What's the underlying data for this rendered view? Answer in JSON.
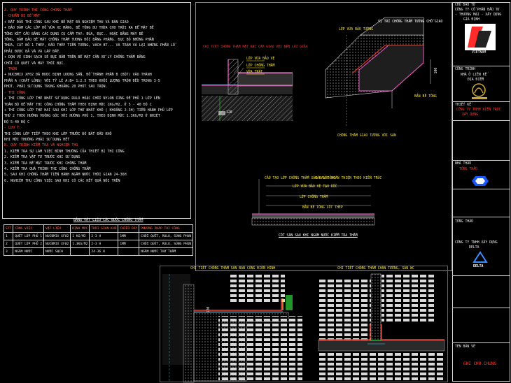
{
  "notes": {
    "lines": [
      {
        "t": "A. QUY TRÌNH THI CÔNG CHỐNG THẤM",
        "c": "hdr"
      },
      {
        "t": "- CHUẨN BỊ BỀ MẶT",
        "c": "hdr"
      },
      {
        "t": "  + BẮT ĐẦU THI CÔNG SAU KHI BỀ MẶT ĐÃ NGHIỆM THU VÀ BÀN GIAO",
        "c": ""
      },
      {
        "t": "  + BẢO ĐẢM CÁC LỚP HỒ VỮA XI MĂNG, BÊ TÔNG DƯ THỪA CHO TRỚI RA BỀ MẶT BÊ",
        "c": ""
      },
      {
        "t": "TÔNG KẾT CẦU BẰNG CÁC DỤNG CỤ CẦM TAY: BÚA, ĐỤC.. HOẶC BẰNG MÁY BÊ",
        "c": ""
      },
      {
        "t": "TÔNG, ĐẢM BẢO BỀ MẶT CHỐNG THẤM TƯƠNG ĐỐI BẰNG PHẲNG. ĐỤC BỎ NHỮNG PHẦN",
        "c": ""
      },
      {
        "t": "THỪA, CẮT BỎ 1 THÉP, ĐẦU THÉP TIẾN TƯỜNG, VÁCH BT... VÀ TRÁM VÁ LẠI NHỮNG PHẦN LỖ",
        "c": ""
      },
      {
        "t": "PHẢI ĐƯỢC BẢ VÀ VÁ LẮP ĐẦY.",
        "c": ""
      },
      {
        "t": "  + DỌN VỆ SINH SẠCH SẼ BỤI BẨN TRÊN BỀ MẶT CẦN XỬ LÝ CHỐNG THẤM BẰNG",
        "c": ""
      },
      {
        "t": "CHỔI CÓ QUÉT VÀ MÁY THỔI BỤI.",
        "c": ""
      },
      {
        "t": "- TRỘN",
        "c": "hdr"
      },
      {
        "t": "  + NUCBMIX XF02 ĐÃ ĐƯỢC ĐỊNH LƯỢNG SẴN, ĐỔ THÀNH PHẦN B (BỘT) VÀO THÀNH",
        "c": ""
      },
      {
        "t": "PHẦN A (CHẤT LỎNG) VỚI TỶ LỆ A:B= 1:2.5 THEO KHỐI LƯỢNG TRỘN ĐỀU TRONG 3-5",
        "c": ""
      },
      {
        "t": "PHÚT. PHẢI SỬ DỤNG TRONG KHOẢNG 20 PHÚT SAU TRỘN.",
        "c": ""
      },
      {
        "t": "- THI CÔNG",
        "c": "hdr"
      },
      {
        "t": "  + THI CÔNG LỚP THỨ NHẤT SỬ DỤNG RULO HOẶC CHỔI NYLON CỨNG ĐỂ PHỦ 1 LỚP LÊN",
        "c": ""
      },
      {
        "t": "TOÀN BỘ BỀ MẶT THI CÔNG CHỐNG THẤM THEO ĐỊNH MỨC 1KG/M2, Ở 5 - 40 ĐỘ C",
        "c": ""
      },
      {
        "t": "  + THI CÔNG LỚP THỨ HAI SAU KHI LỚP THỨ NHẤT KHÔ ( KHOẢNG 2-3H) TIẾN HÀNH PHỦ LỚP",
        "c": ""
      },
      {
        "t": "THỨ 2 THEO HƯỚNG VUÔNG GÓC VỚI HƯỚNG PHỦ 1, THEO ĐỊNH MỨC 1.3KG/M2 Ở NHIỆT",
        "c": ""
      },
      {
        "t": "ĐỘ 5-40 ĐỘ C",
        "c": ""
      },
      {
        "t": "- LƯU Ý:",
        "c": "hdr"
      },
      {
        "t": "  THI CÔNG LỚP TIẾP THEO KHI LỚP TRƯỚC ĐÓ BẮT ĐẦU KHÔ",
        "c": ""
      },
      {
        "t": "  KHI MỚI THƯỜNG PHẢI SỬ DỤNG HẾT",
        "c": ""
      },
      {
        "t": "B. QUY TRÌNH KIỂM TRA VÀ NGHIỆM THU",
        "c": "hdr"
      },
      {
        "t": "  1. KIỂM TRA SỰ LÀM VIỆC BÌNH THƯỜNG CỦA THIẾT BỊ THI CÔNG",
        "c": ""
      },
      {
        "t": "  2. KIỂM TRA VẬT TƯ TRƯỚC KHI SỬ DỤNG",
        "c": ""
      },
      {
        "t": "  3. KIỂM TRA BỀ MẶT TRƯỚC KHI CHỐNG THẤM",
        "c": ""
      },
      {
        "t": "  4. KIỂM TRA QUÁ TRÌNH THI CÔNG CHỐNG THẤM",
        "c": ""
      },
      {
        "t": "  5. SAU KHI CHỐNG THẤM TIẾN HÀNH NGÂM NƯỚC THỜI GIAN 24-36H",
        "c": ""
      },
      {
        "t": "  6. NGHIỆM THU CÔNG VIỆC SAU KHI CÓ CÁC KẾT QUẢ NÓI TRÊN",
        "c": ""
      }
    ]
  },
  "table": {
    "title": "BẢNG VẬT LIỆU CÁC BƯỚC CHỐNG THẤM",
    "headers": [
      "STT",
      "CÔNG VIỆC",
      "VẬT LIỆU",
      "ĐỊNH MỨC",
      "THỜI GIAN KHÔ",
      "CHIỀU DÀY",
      "PHƯƠNG PHÁP THI CÔNG"
    ],
    "rows": [
      [
        "1",
        "QUÉT LỚP PHỦ 1",
        "NUCBMIX XF02",
        "1 KG/M2",
        "2-3 H",
        "1MM",
        "CHỔI QUÉT, RULO, SÚNG PHUN"
      ],
      [
        "2",
        "QUÉT LỚP PHỦ 2",
        "NUCBMIX XF02",
        "1.3KG/M2",
        "2-3 H",
        "1MM",
        "CHỔI QUÉT, RULO, SÚNG PHUN"
      ],
      [
        "3",
        "NGÂM NƯỚC",
        "NƯỚC SẠCH",
        "",
        "24-36 H",
        "",
        "NGÂM NƯỚC THỬ THẤM"
      ]
    ]
  },
  "details": {
    "top_left_title": "CHI TIẾT CHỐNG THẤM MẶT BẬC CẦP GIAO VỚI NỀN LỐI GIẢA",
    "top_left_label_1": "LỚP VỮA BẢO VỆ",
    "top_left_label_2": "LỚP CHỐNG THẤM",
    "top_left_label_3": "VỮA TRÁT",
    "top_left_dim": "120",
    "top_right_label_1": "LỚP VỮA BẢO TƯỜNG",
    "top_right_label_2": "VỊ TRÍ CHỐNG THẤM TƯỜNG CHỖ GIAO",
    "top_right_label_3": "BẢN BÊ TÔNG",
    "top_right_label_4": "CHỐNG THẤM GIAO TƯỜNG VỚI SÀN",
    "top_right_dim": "100",
    "mid_title": "CẤU TẠO LỚP CHỐNG THẤM SÀN BAN CÔNG",
    "mid_label_1": "CÁC LỚP HOÀN THIỆN THEO KIẾN TRÚC",
    "mid_label_2": "LỚP VỮA BẢO VỆ TẠO DỐC",
    "mid_label_3": "LỚP CHỐNG THẤM",
    "mid_label_4": "BẢN BÊ TÔNG CỐT THÉP",
    "mid_bottom": "CỐT SÀN SAU KHI NGÂM NƯỚC KIỂM TRA THẤM",
    "bottom_left_title": "CHI TIẾT CHỐNG THẤM SÀN BAN CÔNG ĐIỂN HÌNH",
    "bottom_left_dim": "120",
    "bottom_right_title": "CHI TIẾT CHỐNG THẤM CHÂN TƯỜNG, SÀN WC"
  },
  "titleblock": {
    "l1": "CHỦ ĐẦU TƯ",
    "l2": "CÔNG TY CỔ PHẦN ĐẦU TƯ",
    "l3": "- THƯƠNG MẠI - XÂY DỰNG",
    "l4": "GIA ĐỊNH",
    "l5": "CÔNG TRÌNH",
    "l6": "NHÀ Ở LIÊN KẾ",
    "l7": "ĐỊA ĐIỂM",
    "l8": "THIẾT KẾ",
    "l9": "CÔNG TY TNHH KIẾN TRÚC",
    "l10": "XÂY DỰNG",
    "l11": "NHÀ THẦU",
    "l12": "TỔNG THẦU",
    "l13": "CÔNG TY TNHH XÂY DỰNG",
    "l14": "DELTA",
    "l15": "TÊN BẢN VẼ",
    "l16": "GHI CHÚ CHUNG",
    "delta": "DELTA",
    "vietnam": "VIETNAM"
  }
}
